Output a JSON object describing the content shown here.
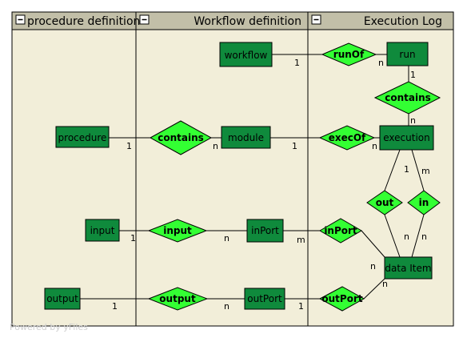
{
  "swimlanes": [
    {
      "title": "procedure definition",
      "collapse_icon": "minus-box-icon"
    },
    {
      "title": "Workflow definition",
      "collapse_icon": "minus-box-icon"
    },
    {
      "title": "Execution Log",
      "collapse_icon": "minus-box-icon"
    }
  ],
  "entities": {
    "workflow": "workflow",
    "run": "run",
    "procedure": "procedure",
    "module": "module",
    "execution": "execution",
    "input": "input",
    "inPort": "inPort",
    "output": "output",
    "outPort": "outPort",
    "data_item": "data Item"
  },
  "relationships": {
    "runOf": "runOf",
    "contains_run": "contains",
    "contains_proc": "contains",
    "execOf": "execOf",
    "out": "out",
    "in": "in",
    "input": "input",
    "inPort": "inPort",
    "output": "output",
    "outPort": "outPort"
  },
  "cardinalities": {
    "workflow_runOf": "1",
    "runOf_run": "n",
    "run_contains": "1",
    "contains_execution": "n",
    "procedure_contains": "1",
    "contains_module": "n",
    "module_execOf": "1",
    "execOf_execution": "n",
    "execution_out": "1",
    "execution_in": "m",
    "out_dataitem": "n",
    "in_dataitem": "n",
    "input_rel": "1",
    "rel_inport": "n",
    "inport_rel": "m",
    "inportrel_dataitem": "n",
    "output_rel": "1",
    "rel_outport": "n",
    "outport_rel": "1",
    "outportrel_dataitem": "n"
  },
  "colors": {
    "lane_background": "#f2eed9",
    "header_background": "#c2bfa8",
    "entity_fill": "#0f8a3c",
    "relationship_fill": "#33ff33"
  },
  "watermark": "Powered by yFiles"
}
